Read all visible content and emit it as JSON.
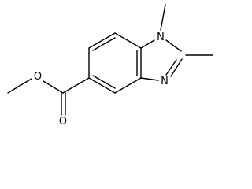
{
  "molecule": {
    "atoms": {
      "n_methyl": "N",
      "n_imine": "N",
      "o_ester": "O",
      "o_carbonyl": "O"
    }
  }
}
